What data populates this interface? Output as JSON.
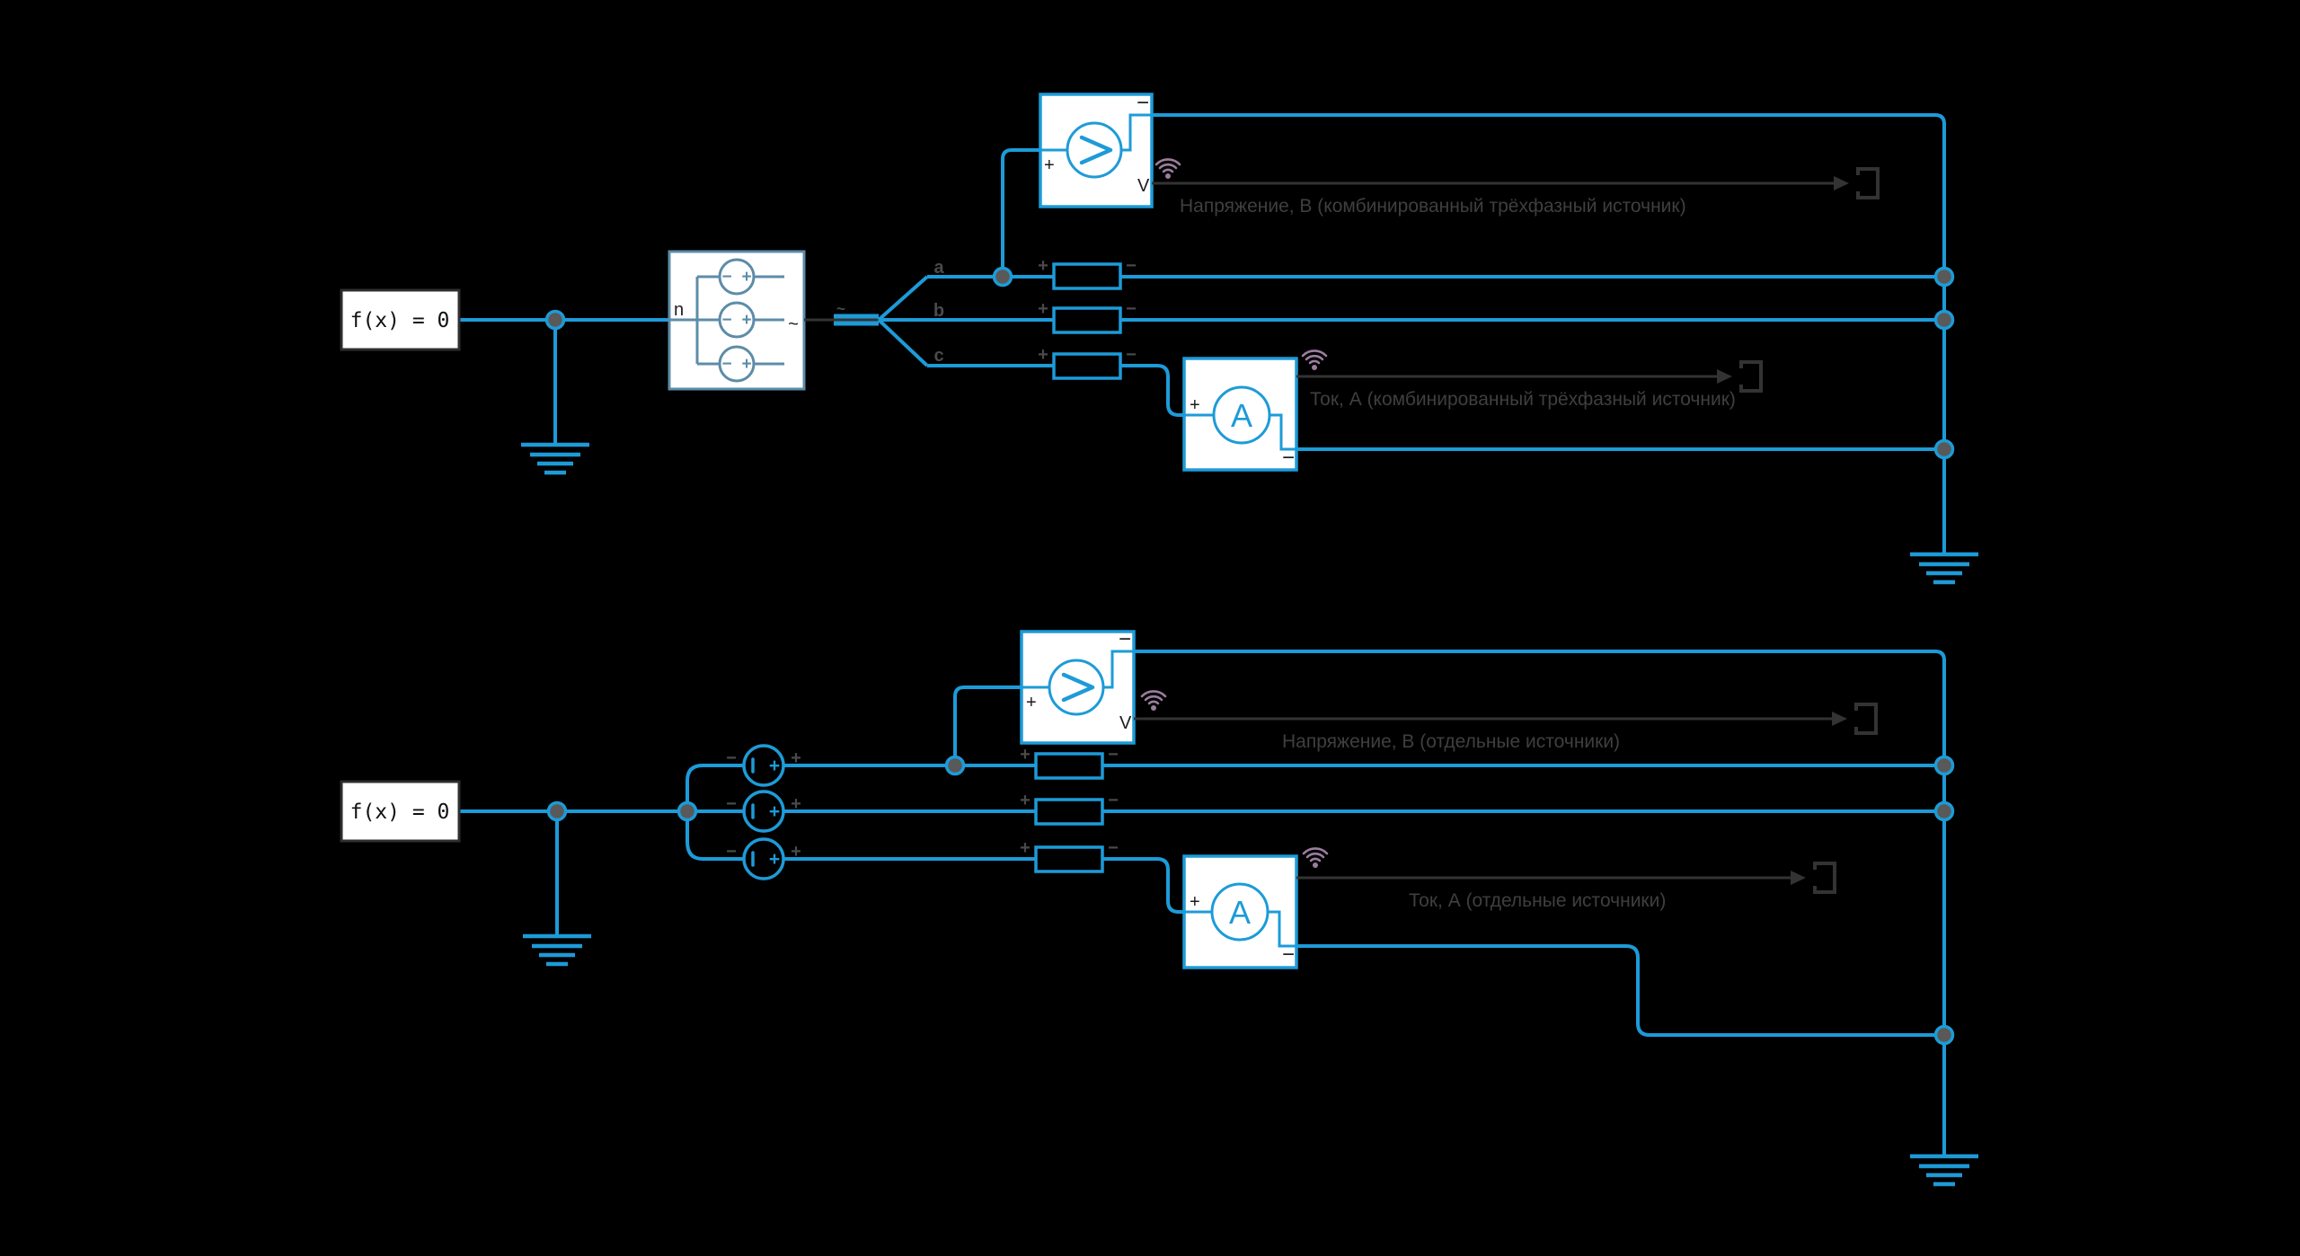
{
  "colors": {
    "background": "#000000",
    "wire_blue": "#1d9bd8",
    "three_phase_block_blue": "#5d8ca8",
    "signal_gray": "#333333",
    "annotation_text": "#3f3f3f",
    "wireless_purple": "#9b7d9d",
    "junction_fill": "#595959",
    "block_fill": "#ffffff"
  },
  "solver_block": {
    "label": "f(x) = 0"
  },
  "three_phase_source": {
    "port_left": "n",
    "port_right": "~",
    "bus_label": "~",
    "cell_minus": "−",
    "cell_plus": "+"
  },
  "phase_labels": {
    "a": "a",
    "b": "b",
    "c": "c"
  },
  "ports": {
    "plus": "+",
    "minus": "−"
  },
  "voltmeter": {
    "letter": "V"
  },
  "ammeter": {
    "letter": "A"
  },
  "dc_source": {
    "inner_plus": "+"
  },
  "measurements": {
    "combined_voltage": "Напряжение, В (комбинированный трёхфазный источник)",
    "combined_current": "Ток, А (комбинированный трёхфазный источник)",
    "separate_voltage": "Напряжение, В (отдельные источники)",
    "separate_current": "Ток, А (отдельные источники)"
  }
}
